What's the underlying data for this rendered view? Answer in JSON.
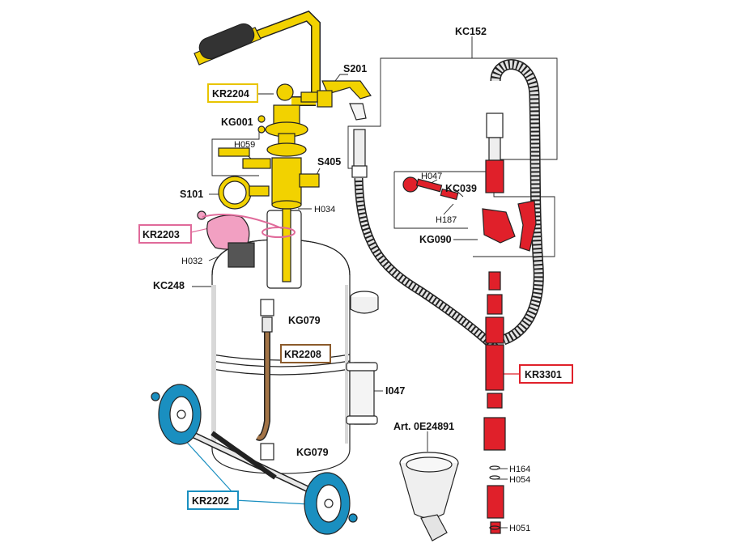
{
  "colors": {
    "yellow": "#f2d200",
    "yellow_box": "#e8c400",
    "red": "#e0202a",
    "pink": "#f2a0c2",
    "pink_box": "#e06a9a",
    "brown": "#a37447",
    "brown_box": "#8b5a2b",
    "blue": "#1a8fc0",
    "blue_box": "#1a8fc0",
    "gray": "#d8d8d8"
  },
  "labels": {
    "kc152": "KC152",
    "s201": "S201",
    "kr2204": "KR2204",
    "kg001": "KG001",
    "h059": "H059",
    "s405": "S405",
    "s101": "S101",
    "h034": "H034",
    "kr2203": "KR2203",
    "h032": "H032",
    "kc248": "KC248",
    "kg079_top": "KG079",
    "kr2208": "KR2208",
    "i047": "I047",
    "kg079_bottom": "KG079",
    "kr2202": "KR2202",
    "art": "Art. 0E24891",
    "h047": "H047",
    "kc039": "KC039",
    "h187": "H187",
    "kg090": "KG090",
    "kr3301": "KR3301",
    "h164": "H164",
    "h054": "H054",
    "h051": "H051"
  }
}
